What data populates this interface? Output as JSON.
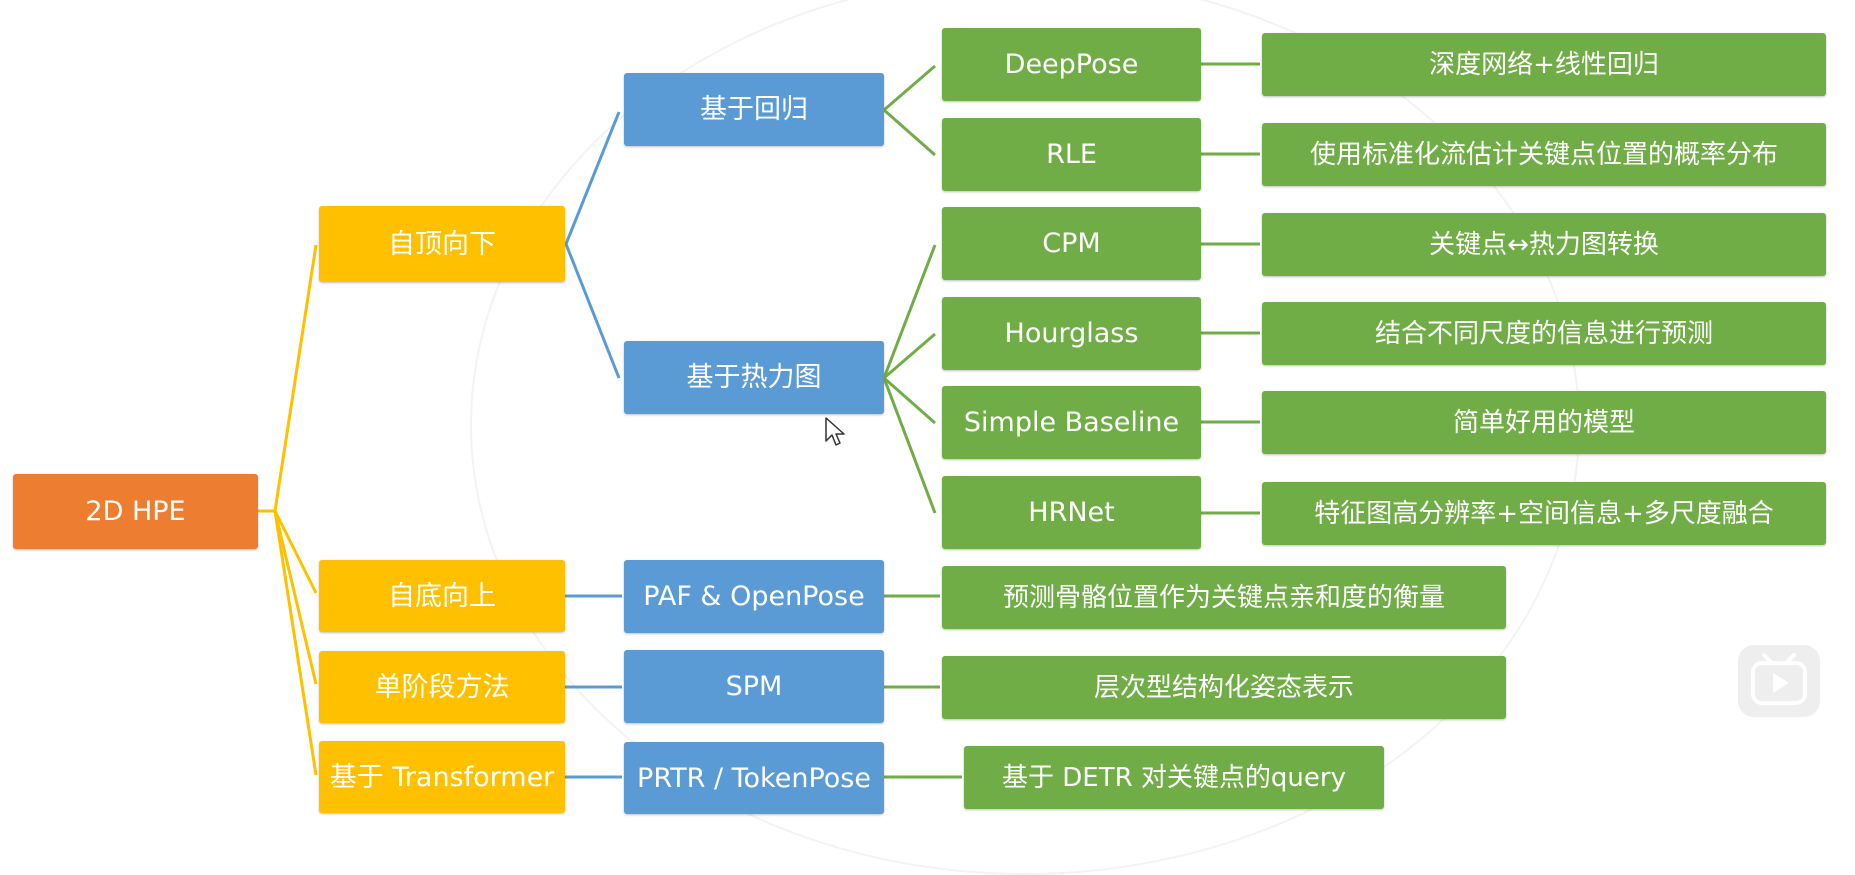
{
  "root": {
    "label": "2D HPE"
  },
  "categories": [
    {
      "label": "自顶向下"
    },
    {
      "label": "自底向上"
    },
    {
      "label": "单阶段方法"
    },
    {
      "label": "基于 Transformer"
    }
  ],
  "subcategories": [
    {
      "label": "基于回归"
    },
    {
      "label": "基于热力图"
    },
    {
      "label": "PAF & OpenPose"
    },
    {
      "label": "SPM"
    },
    {
      "label": "PRTR / TokenPose"
    }
  ],
  "methods": [
    {
      "label": "DeepPose"
    },
    {
      "label": "RLE"
    },
    {
      "label": "CPM"
    },
    {
      "label": "Hourglass"
    },
    {
      "label": "Simple Baseline"
    },
    {
      "label": "HRNet"
    }
  ],
  "descriptions": [
    {
      "label": "深度网络+线性回归"
    },
    {
      "label": "使用标准化流估计关键点位置的概率分布"
    },
    {
      "label": "关键点↔热力图转换"
    },
    {
      "label": "结合不同尺度的信息进行预测"
    },
    {
      "label": "简单好用的模型"
    },
    {
      "label": "特征图高分辨率+空间信息+多尺度融合"
    },
    {
      "label": "预测骨骼位置作为关键点亲和度的衡量"
    },
    {
      "label": "层次型结构化姿态表示"
    },
    {
      "label": "基于 DETR 对关键点的query"
    }
  ],
  "colors": {
    "root": "#ed7d31",
    "category": "#ffc000",
    "subcategory": "#5b9bd5",
    "method": "#70ad47",
    "description": "#70ad47"
  }
}
